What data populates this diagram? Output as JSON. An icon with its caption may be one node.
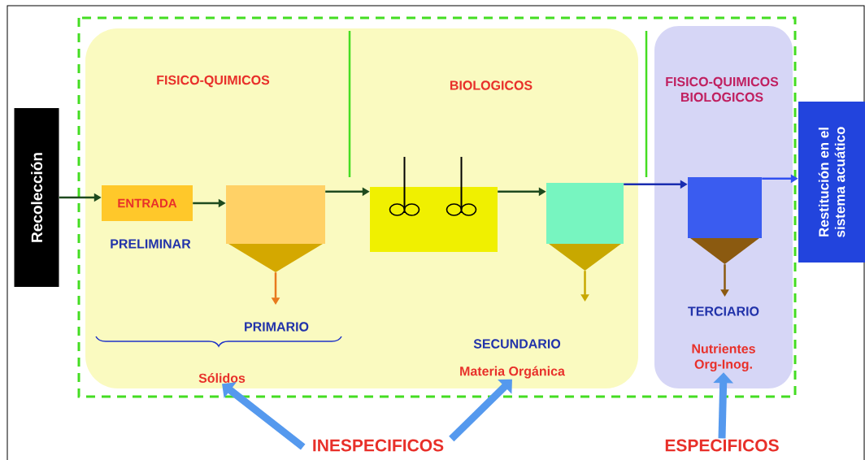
{
  "diagram": {
    "nodes": [
      {
        "text": [
          "Recolección"
        ]
      },
      {
        "text": [
          "FISICO-QUIMICOS",
          "BIOLOGICOS"
        ]
      },
      {
        "text": [
          "ENTRADA"
        ],
        "beside": [
          "PRELIMINAR"
        ],
        "in": 1
      },
      {
        "text": [],
        "shape": "box",
        "beside": [
          "PRIMARIO"
        ],
        "in": 1
      },
      {
        "text": [],
        "shape": "box",
        "in": 1
      },
      {
        "text": [],
        "shape": "box",
        "in": 1
      },
      {
        "text": [
          "Sólidos"
        ],
        "in": 1
      },
      {
        "text": [
          "Materia Orgánica"
        ],
        "in": 1
      },
      {
        "text": [
          "FISICO-QUIMICOS BIOLOGICOS"
        ]
      },
      {
        "text": [],
        "shape": "box",
        "beside": [
          "TERCIARIO"
        ],
        "in": 8
      },
      {
        "text": [
          "Nutrientes Org-Inog."
        ],
        "in": 8
      },
      {
        "text": [
          "Restitución en el sistema acuático"
        ]
      },
      {
        "text": [
          "INESPECIFICOS"
        ]
      },
      {
        "text": [
          "ESPECIFICOS"
        ]
      }
    ],
    "edges": [
      {
        "from": 0,
        "to": 2,
        "arrow": "to"
      },
      {
        "from": 2,
        "to": 3,
        "arrow": "to"
      },
      {
        "from": 3,
        "to": 4,
        "arrow": "to"
      },
      {
        "from": 4,
        "to": 5,
        "arrow": "to"
      },
      {
        "from": 5,
        "to": 9,
        "arrow": "to",
        "color": "#1a2db0"
      },
      {
        "from": 9,
        "to": 11,
        "arrow": "to",
        "color": "#3050f0"
      },
      {
        "from": 3,
        "to": null,
        "arrow": "to",
        "color": "#e87a1e"
      },
      {
        "from": 5,
        "to": null,
        "arrow": "to",
        "color": "#c8a800"
      },
      {
        "from": 9,
        "to": null,
        "arrow": "to",
        "color": "#8b5a10"
      },
      {
        "from": 12,
        "to": 6,
        "arrow": "to",
        "style": "thick",
        "color": "#5599ee"
      },
      {
        "from": 12,
        "to": 7,
        "arrow": "to",
        "style": "thick",
        "color": "#5599ee"
      },
      {
        "from": 13,
        "to": 10,
        "arrow": "to",
        "style": "thick",
        "color": "#5599ee"
      }
    ],
    "labels": [
      "SECUNDARIO"
    ]
  }
}
